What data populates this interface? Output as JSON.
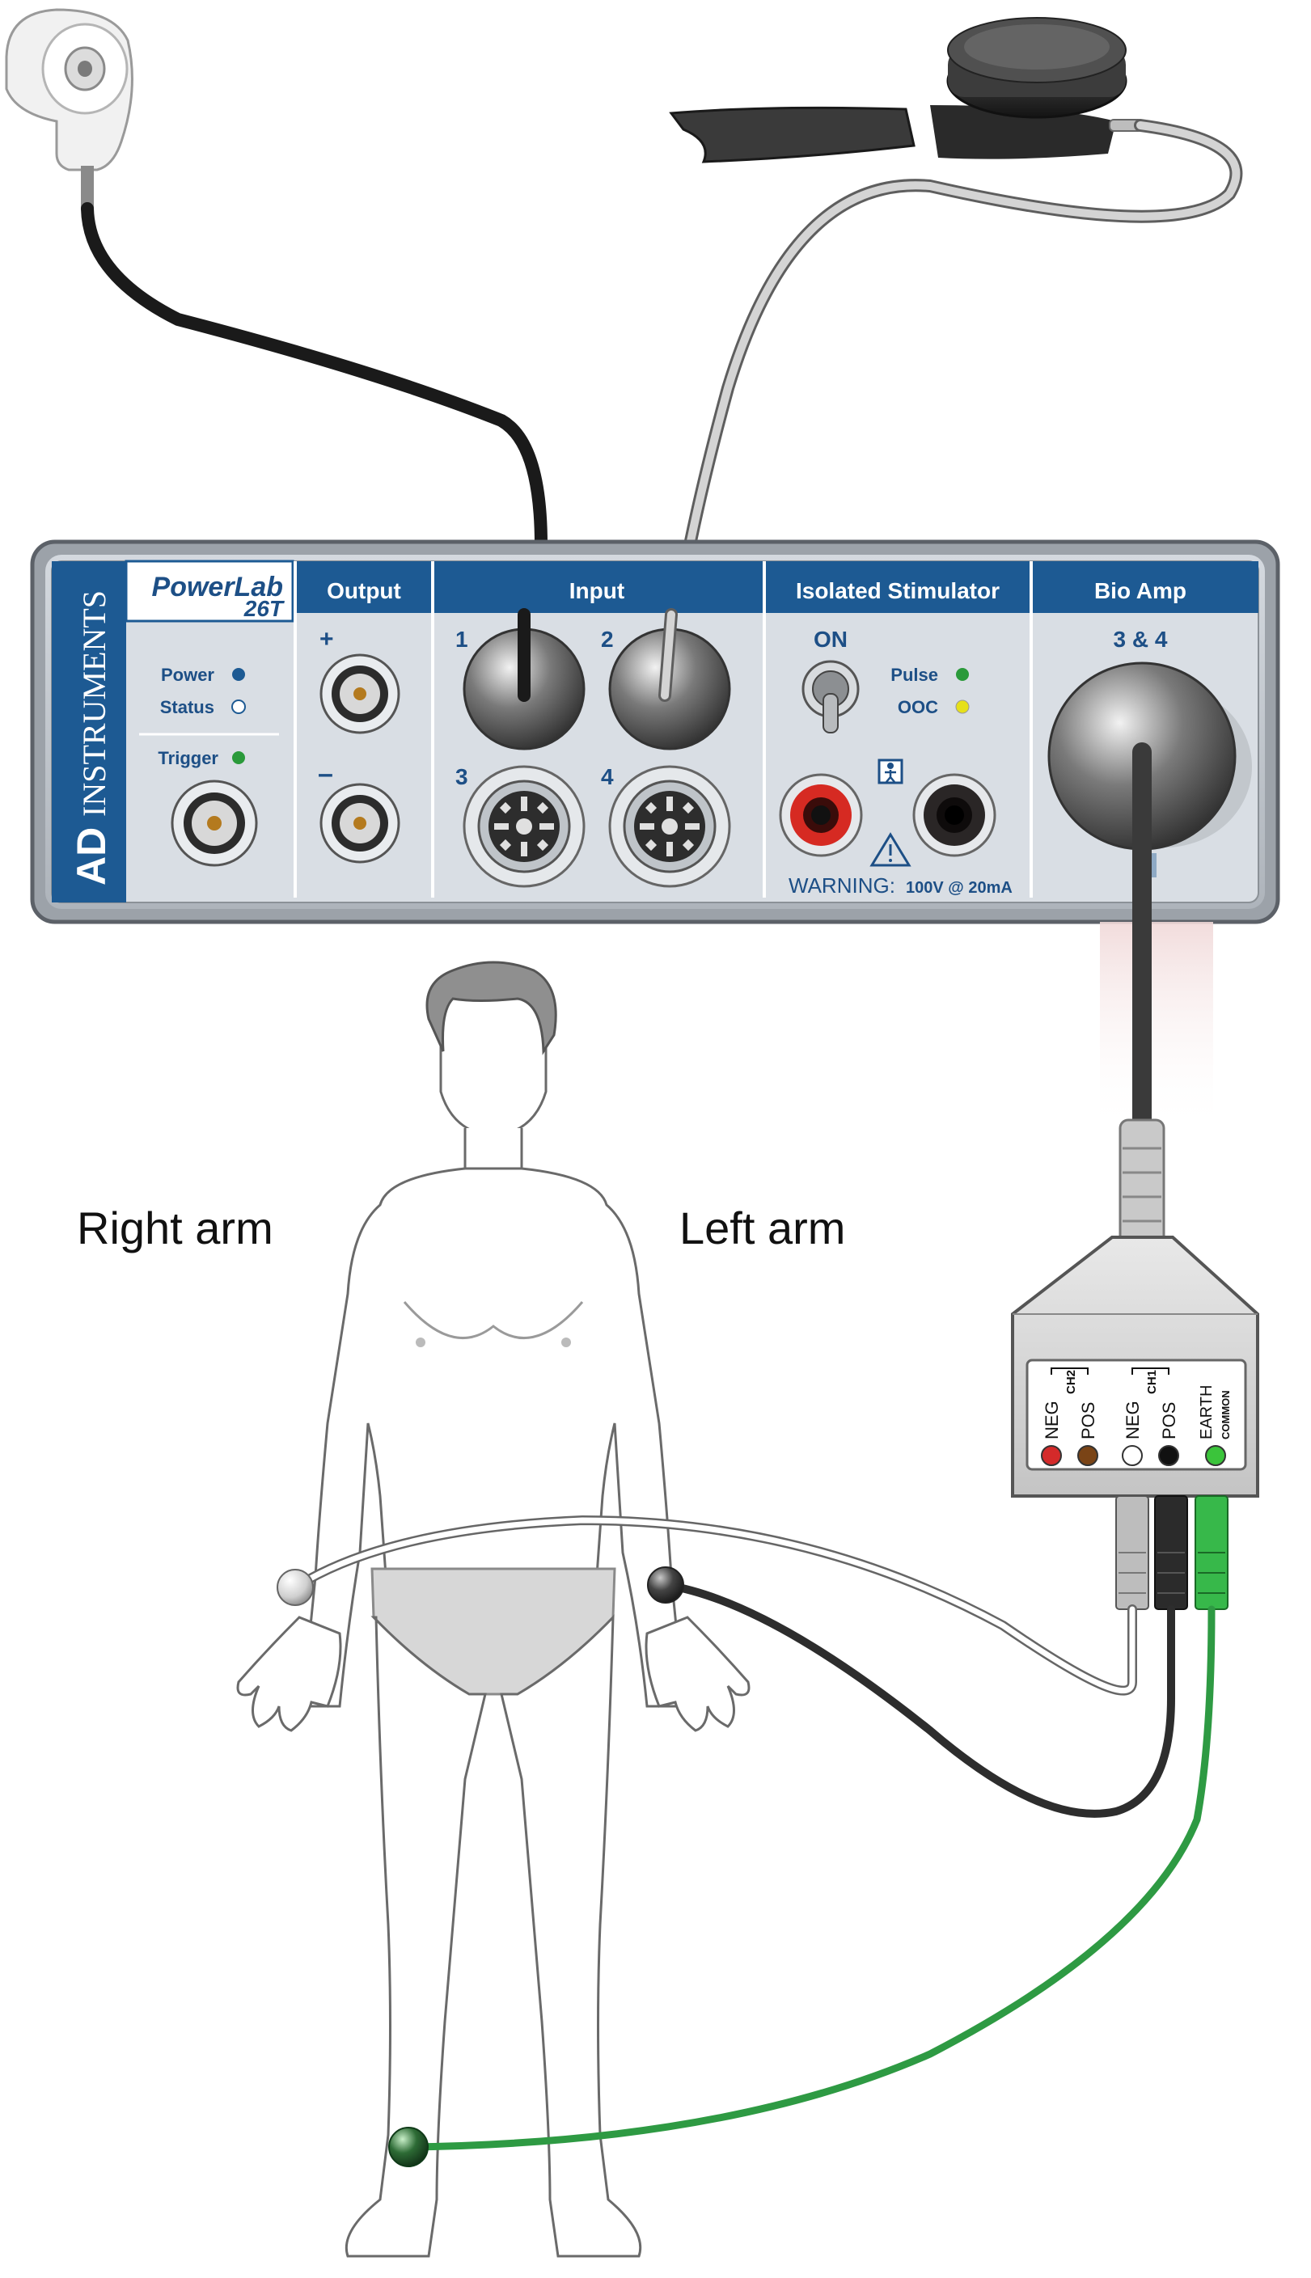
{
  "device": {
    "brand": "ADINSTRUMENTS",
    "brand_ad": "AD",
    "brand_rest": "INSTRUMENTS",
    "model_line1": "PowerLab",
    "model_line2": "26T",
    "power_label": "Power",
    "status_label": "Status",
    "trigger_label": "Trigger",
    "sections": {
      "output": "Output",
      "input": "Input",
      "stimulator": "Isolated Stimulator",
      "bioamp": "Bio Amp"
    },
    "output_plus": "+",
    "output_minus": "–",
    "input_numbers": [
      "1",
      "2",
      "3",
      "4"
    ],
    "bioamp_channel": "3 & 4",
    "stim_on": "ON",
    "pulse_label": "Pulse",
    "ooc_label": "OOC",
    "warning_main": "WARNING:",
    "warning_detail": "100V @ 20mA"
  },
  "body_labels": {
    "right_arm": "Right arm",
    "left_arm": "Left arm"
  },
  "pod": {
    "ch2": "CH2",
    "ch1": "CH1",
    "neg2": "NEG",
    "pos2": "POS",
    "neg1": "NEG",
    "pos1": "POS",
    "earth": "EARTH",
    "common": "COMMON"
  },
  "colors": {
    "header_blue": "#1d5a93",
    "label_blue": "#1d4f86",
    "earth_green": "#2e9a43",
    "neg2_red": "#d42a2a",
    "pos2_brown": "#7a4416",
    "pulse_led": "#2a9a3a",
    "ooc_led": "#e6e01a"
  }
}
